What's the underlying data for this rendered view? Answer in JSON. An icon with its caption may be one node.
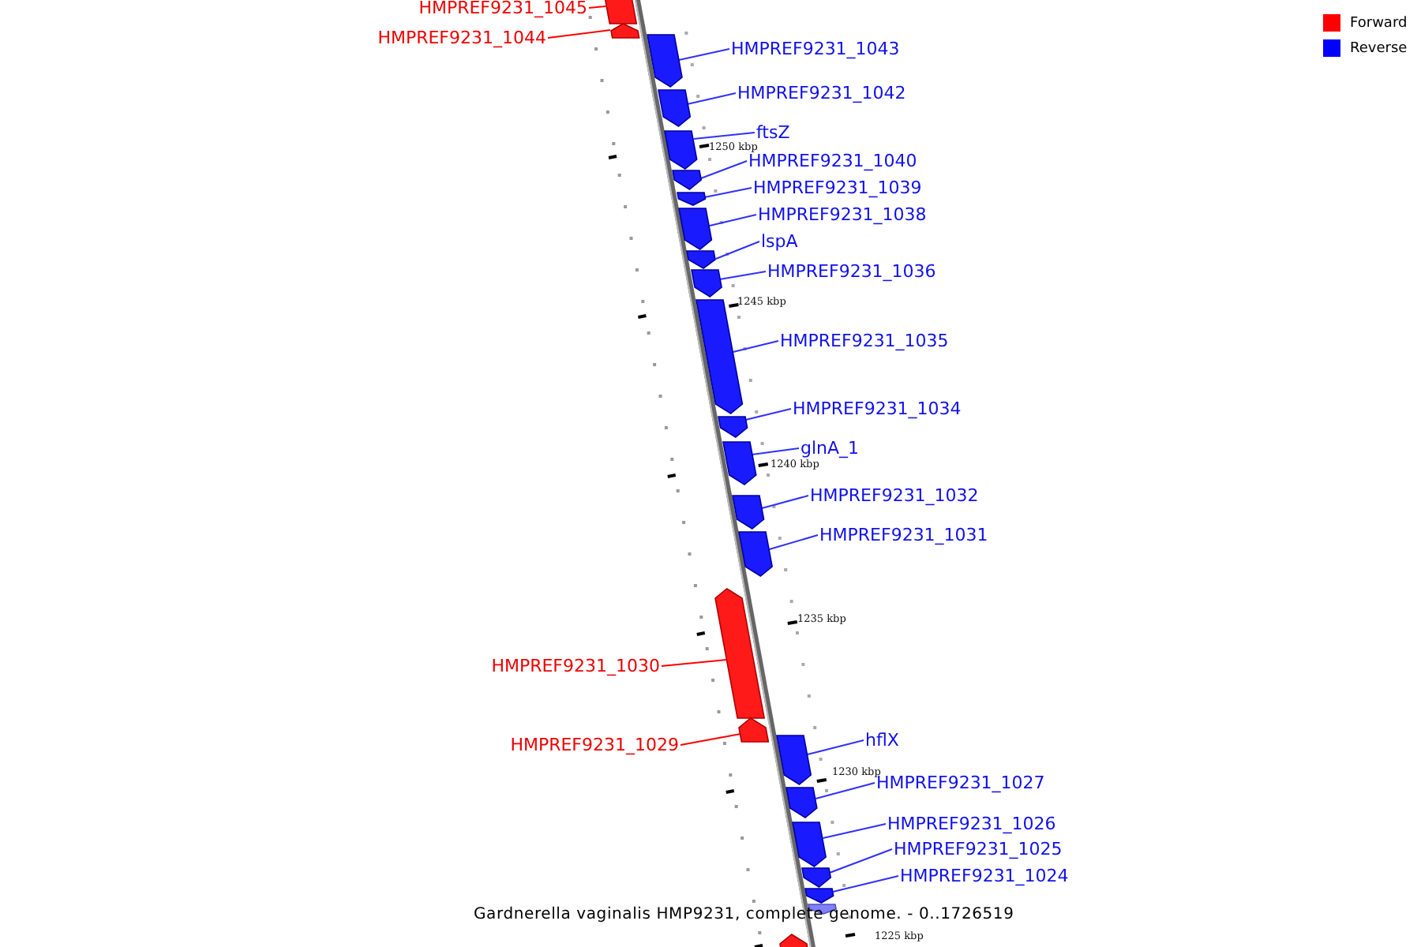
{
  "diagram": {
    "caption": "Gardnerella vaginalis HMP9231, complete genome. - 0..1726519",
    "nodes": [
      {
        "text": [
          "HMPREF9231_1045"
        ]
      },
      {
        "text": [],
        "shape": "arrow"
      },
      {
        "text": [
          "HMPREF9231_1044"
        ]
      },
      {
        "text": [],
        "shape": "arrow"
      },
      {
        "text": [
          "HMPREF9231_1043"
        ]
      },
      {
        "text": [],
        "shape": "arrow"
      },
      {
        "text": [
          "HMPREF9231_1042"
        ]
      },
      {
        "text": [],
        "shape": "arrow"
      },
      {
        "text": [
          "ftsZ"
        ]
      },
      {
        "text": [],
        "shape": "arrow"
      },
      {
        "text": [
          "HMPREF9231_1040"
        ]
      },
      {
        "text": [],
        "shape": "arrow"
      },
      {
        "text": [
          "HMPREF9231_1039"
        ]
      },
      {
        "text": [],
        "shape": "arrow"
      },
      {
        "text": [
          "HMPREF9231_1038"
        ]
      },
      {
        "text": [],
        "shape": "arrow"
      },
      {
        "text": [
          "lspA"
        ]
      },
      {
        "text": [],
        "shape": "arrow"
      },
      {
        "text": [
          "HMPREF9231_1036"
        ]
      },
      {
        "text": [],
        "shape": "arrow"
      },
      {
        "text": [
          "HMPREF9231_1035"
        ]
      },
      {
        "text": [],
        "shape": "arrow"
      },
      {
        "text": [
          "HMPREF9231_1034"
        ]
      },
      {
        "text": [],
        "shape": "arrow"
      },
      {
        "text": [
          "glnA_1"
        ]
      },
      {
        "text": [],
        "shape": "arrow"
      },
      {
        "text": [
          "HMPREF9231_1032"
        ]
      },
      {
        "text": [],
        "shape": "arrow"
      },
      {
        "text": [
          "HMPREF9231_1031"
        ]
      },
      {
        "text": [],
        "shape": "arrow"
      },
      {
        "text": [
          "HMPREF9231_1030"
        ]
      },
      {
        "text": [],
        "shape": "arrow"
      },
      {
        "text": [
          "HMPREF9231_1029"
        ]
      },
      {
        "text": [],
        "shape": "arrow"
      },
      {
        "text": [
          "hflX"
        ]
      },
      {
        "text": [],
        "shape": "arrow"
      },
      {
        "text": [
          "HMPREF9231_1027"
        ]
      },
      {
        "text": [],
        "shape": "arrow"
      },
      {
        "text": [
          "HMPREF9231_1026"
        ]
      },
      {
        "text": [],
        "shape": "arrow"
      },
      {
        "text": [
          "HMPREF9231_1025"
        ]
      },
      {
        "text": [],
        "shape": "arrow"
      },
      {
        "text": [
          "HMPREF9231_1024"
        ]
      },
      {
        "text": [],
        "shape": "arrow"
      },
      {
        "text": [],
        "shape": "arrow"
      },
      {
        "text": [],
        "shape": "arrow"
      },
      {
        "text": [],
        "shape": "bar"
      }
    ],
    "edges": [
      {
        "from": 0,
        "to": 1,
        "arrow": "none",
        "color": "#ff0000"
      },
      {
        "from": 2,
        "to": 3,
        "arrow": "none",
        "color": "#ff0000"
      },
      {
        "from": 4,
        "to": 5,
        "arrow": "none"
      },
      {
        "from": 6,
        "to": 7,
        "arrow": "none"
      },
      {
        "from": 8,
        "to": 9,
        "arrow": "none"
      },
      {
        "from": 10,
        "to": 11,
        "arrow": "none"
      },
      {
        "from": 12,
        "to": 13,
        "arrow": "none"
      },
      {
        "from": 14,
        "to": 15,
        "arrow": "none"
      },
      {
        "from": 16,
        "to": 17,
        "arrow": "none"
      },
      {
        "from": 18,
        "to": 19,
        "arrow": "none"
      },
      {
        "from": 20,
        "to": 21,
        "arrow": "none"
      },
      {
        "from": 22,
        "to": 23,
        "arrow": "none"
      },
      {
        "from": 24,
        "to": 25,
        "arrow": "none"
      },
      {
        "from": 26,
        "to": 27,
        "arrow": "none"
      },
      {
        "from": 28,
        "to": 29,
        "arrow": "none"
      },
      {
        "from": 30,
        "to": 31,
        "arrow": "none",
        "color": "#ff0000"
      },
      {
        "from": 32,
        "to": 33,
        "arrow": "none",
        "color": "#ff0000"
      },
      {
        "from": 34,
        "to": 35,
        "arrow": "none"
      },
      {
        "from": 36,
        "to": 37,
        "arrow": "none"
      },
      {
        "from": 38,
        "to": 39,
        "arrow": "none"
      },
      {
        "from": 40,
        "to": 41,
        "arrow": "none"
      },
      {
        "from": 42,
        "to": 43,
        "arrow": "none"
      }
    ],
    "labels": [
      "1250 kbp",
      "1245 kbp",
      "1240 kbp",
      "1235 kbp",
      "1230 kbp",
      "1225 kbp"
    ],
    "legend": [
      {
        "text": "Forward",
        "color": "#ff0000"
      },
      {
        "text": "Reverse",
        "color": "#0000ff"
      }
    ]
  }
}
